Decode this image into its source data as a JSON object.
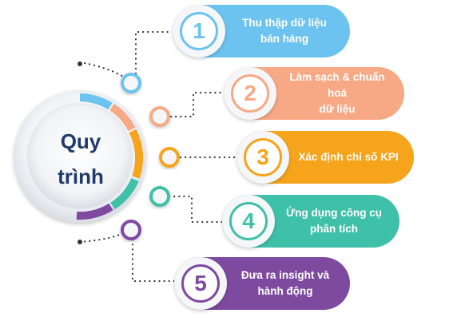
{
  "center": {
    "line1": "Quy",
    "line2": "trình"
  },
  "steps": [
    {
      "number": "1",
      "line1": "Thu thập dữ liệu",
      "line2": "bán hàng",
      "color": "#6cc3ef"
    },
    {
      "number": "2",
      "line1": "Làm sạch & chuẩn hoá",
      "line2": "dữ liệu",
      "color": "#f7a885"
    },
    {
      "number": "3",
      "line1": "Xác định chỉ số KPI",
      "line2": "",
      "color": "#f5a41c"
    },
    {
      "number": "4",
      "line1": "Ứng dụng công cụ",
      "line2": "phân tích",
      "color": "#3fc0a8"
    },
    {
      "number": "5",
      "line1": "Đưa ra insight và",
      "line2": "hành động",
      "color": "#7e4aa0"
    }
  ],
  "colors": {
    "title": "#1f3a6b",
    "connector": "#333333",
    "node_fill": "#f4f6f8"
  }
}
